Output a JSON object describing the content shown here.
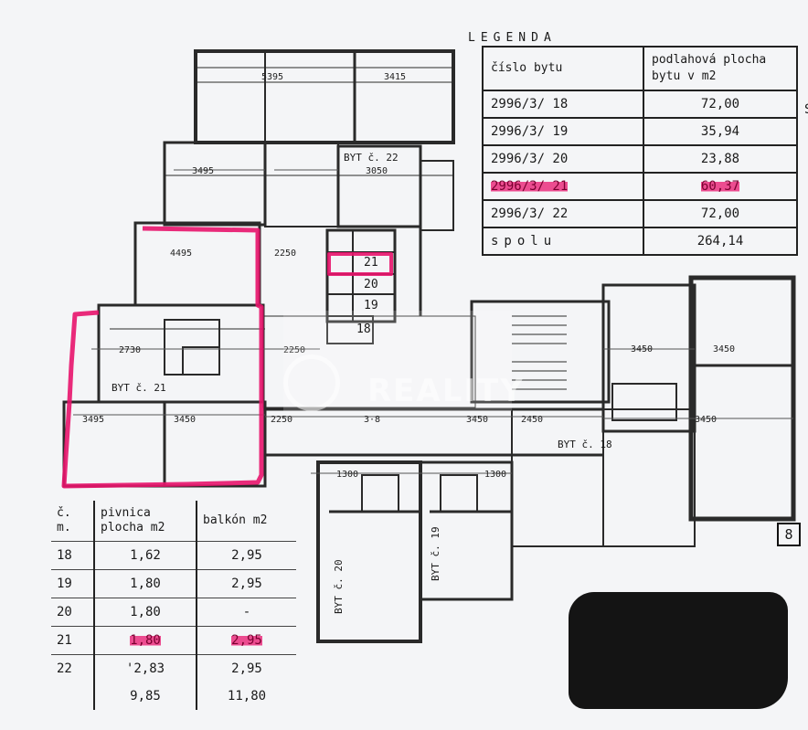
{
  "legend": {
    "title": "LEGENDA",
    "header_col1": "číslo bytu",
    "header_col2_line1": "podlahová plocha",
    "header_col2_line2": "bytu v m2",
    "rows": [
      {
        "id": "2996/3/ 18",
        "area": "72,00"
      },
      {
        "id": "2996/3/ 19",
        "area": "35,94"
      },
      {
        "id": "2996/3/ 20",
        "area": "23,88"
      },
      {
        "id": "2996/3/ 21",
        "area": "60,37"
      },
      {
        "id": "2996/3/ 22",
        "area": "72,00"
      }
    ],
    "total_label": "spolu",
    "total_value": "264,14",
    "highlight_color": "#ea146e"
  },
  "basement": {
    "h_num_1": "č.",
    "h_num_2": "m.",
    "h_cellar_1": "pivnica",
    "h_cellar_2": "plocha m2",
    "h_balcony": "balkón m2",
    "rows": [
      {
        "n": "18",
        "cellar": "1,62",
        "balcony": "2,95"
      },
      {
        "n": "19",
        "cellar": "1,80",
        "balcony": "2,95"
      },
      {
        "n": "20",
        "cellar": "1,80",
        "balcony": "-"
      },
      {
        "n": "21",
        "cellar": "1,80",
        "balcony": "2,95"
      },
      {
        "n": "22",
        "cellar": "'2,83",
        "balcony": "2,95"
      }
    ],
    "total_cellar": "9,85",
    "total_balcony": "11,80"
  },
  "plan_labels": {
    "unit21": "BYT č. 21",
    "unit22": "BYT č. 22",
    "unit18": "BYT č. 18",
    "unit20": "BYT č. 20",
    "unit19": "BYT č. 19",
    "cell21": "21",
    "cell20": "20",
    "cell19": "19",
    "cell18": "18",
    "sheet_no": "8",
    "edge_s": "S",
    "watermark": "REALITY"
  }
}
